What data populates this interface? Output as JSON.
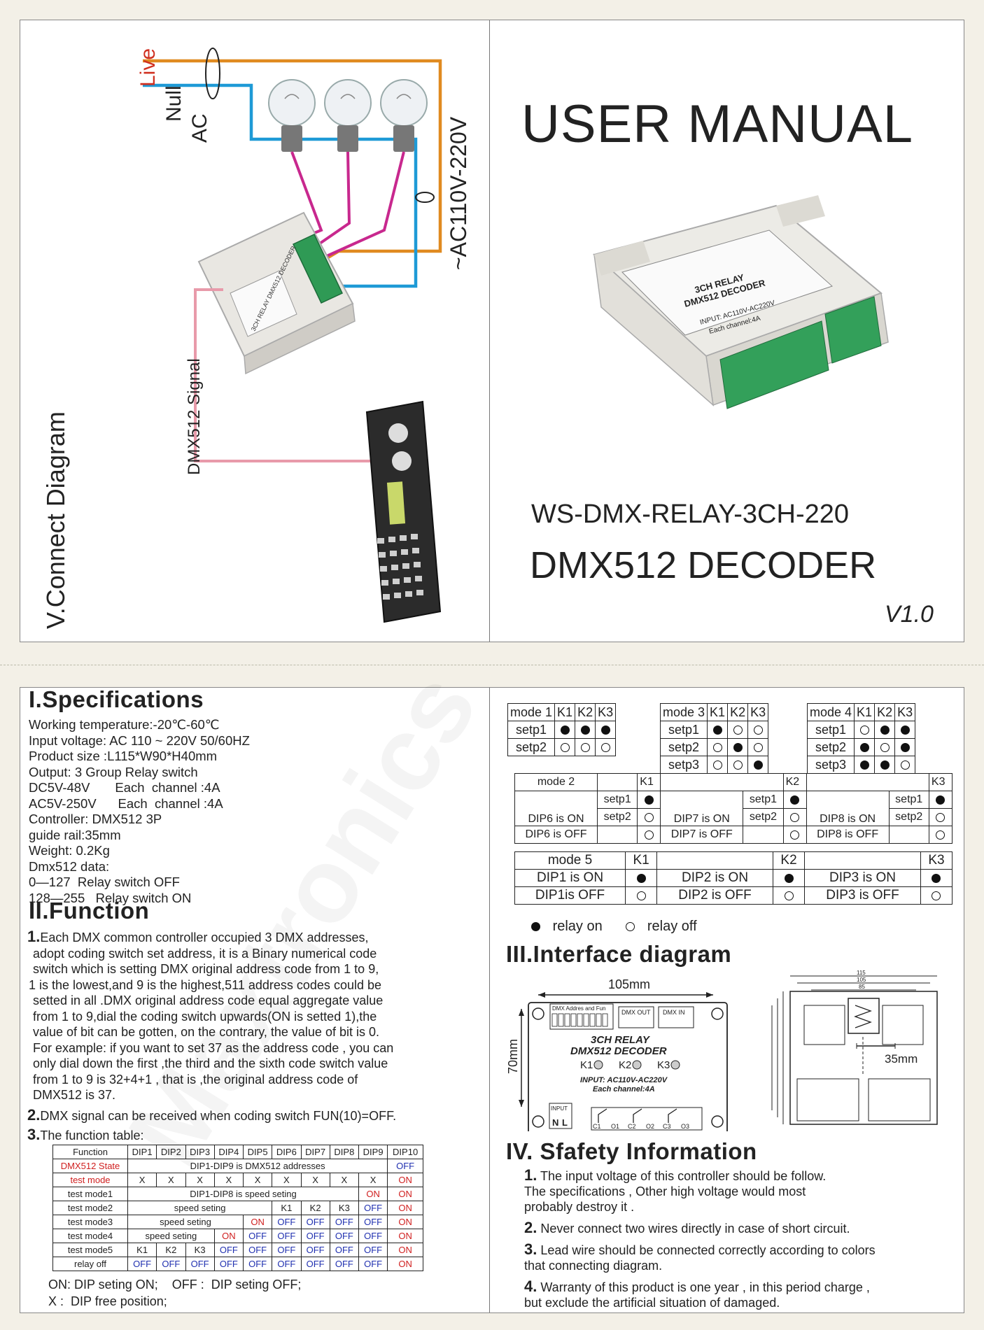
{
  "cover": {
    "title": "USER MANUAL",
    "model": "WS-DMX-RELAY-3CH-220",
    "product": "DMX512 DECODER",
    "version": "V1.0",
    "device_label": {
      "line1": "3CH RELAY",
      "line2": "DMX512 DECODER",
      "input": "INPUT: AC110V-AC220V",
      "channel": "Each channel:4A",
      "dmx_out": "DMX OUT",
      "dmx_in": "DMX IN",
      "dmx_addr": "DMX Addres and Fun",
      "input_short": "INPUT",
      "n": "N",
      "l": "L",
      "outputs": [
        "C1",
        "O1",
        "C2",
        "O2",
        "C3",
        "O3"
      ]
    }
  },
  "connect": {
    "title": "V.Connect Diagram",
    "live": "Live",
    "null": "Null",
    "ac": "AC",
    "voltage": "~AC110V-220V",
    "signal": "DMX512 Signal"
  },
  "watermark": "Maxtronics",
  "specs": {
    "title": "I.Specifications",
    "lines": [
      "Working temperature:-20℃-60℃",
      "Input voltage:  AC 110 ~ 220V  50/60HZ",
      "Product size :L115*W90*H40mm",
      "Output: 3 Group Relay switch",
      "DC5V-48V       Each  channel :4A",
      "AC5V-250V      Each  channel :4A",
      "Controller: DMX512  3P",
      "guide rail:35mm",
      "Weight: 0.2Kg",
      "Dmx512 data:",
      "0—127  Relay switch OFF",
      "128—255   Relay switch ON"
    ]
  },
  "function": {
    "title": "II.Function",
    "item1_num": "1.",
    "item1_lines": [
      "Each DMX common controller occupied 3 DMX addresses,",
      "adopt coding switch set address, it is a Binary numerical code",
      "switch which is setting DMX original address code from 1 to 9,",
      "1 is the lowest,and 9 is the highest,511 address codes  could be",
      "setted  in all .DMX original address code equal aggregate value",
      "from 1 to 9,dial the coding switch upwards(ON is setted 1),the",
      "value of bit can be  gotten, on the contrary, the value of bit is 0.",
      "For example: if you want to set 37 as the address code , you can",
      "only dial down the first ,the third and the  sixth code switch value",
      "from 1 to 9 is 32+4+1 , that is ,the original address  code of",
      "DMX512 is 37."
    ],
    "item2_num": "2.",
    "item2": "DMX signal can be received when coding switch FUN(10)=OFF.",
    "item3_num": "3.",
    "item3": "The function table:",
    "table": {
      "header": [
        "Function",
        "DIP1",
        "DIP2",
        "DIP3",
        "DIP4",
        "DIP5",
        "DIP6",
        "DIP7",
        "DIP8",
        "DIP9",
        "DIP10"
      ],
      "dmx_state": "DMX512 State",
      "dmx_span": "DIP1-DIP9 is DMX512 addresses",
      "test_mode": "test mode",
      "x": "X",
      "on": "ON",
      "off": "OFF",
      "tm1": "test mode1",
      "tm1_span": "DIP1-DIP8 is speed seting",
      "tm2": "test mode2",
      "speed": "speed seting",
      "tm3": "test mode3",
      "tm4": "test mode4",
      "tm5": "test mode5",
      "relay_off": "relay off",
      "k1": "K1",
      "k2": "K2",
      "k3": "K3"
    },
    "note1": "ON: DIP seting ON;    OFF :  DIP seting OFF;",
    "note2": "X :  DIP free position;"
  },
  "modes": {
    "mode1": "mode 1",
    "mode3": "mode 3",
    "mode4": "mode 4",
    "mode2": "mode 2",
    "mode5": "mode 5",
    "setp1": "setp1",
    "setp2": "setp2",
    "setp3": "setp3",
    "k1": "K1",
    "k2": "K2",
    "k3": "K3",
    "dip6_on": "DIP6 is ON",
    "dip6_off": "DIP6 is OFF",
    "dip7_on": "DIP7 is ON",
    "dip7_off": "DIP7 is OFF",
    "dip8_on": "DIP8 is ON",
    "dip8_off": "DIP8 is OFF",
    "dip1_on": "DIP1 is ON",
    "dip1_off": "DIP1is OFF",
    "dip2_on": "DIP2 is ON",
    "dip2_off": "DIP2 is OFF",
    "dip3_on": "DIP3 is ON",
    "dip3_off": "DIP3 is OFF",
    "legend_on": "relay on",
    "legend_off": "relay off"
  },
  "interface": {
    "title": "III.Interface diagram",
    "width": "105mm",
    "height": "70mm",
    "rail": "35mm",
    "d115": "115",
    "d105": "105",
    "d85": "85",
    "k1": "K1",
    "k2": "K2",
    "k3": "K3"
  },
  "safety": {
    "title": "IV. Sfafety Information",
    "items": [
      {
        "num": "1.",
        "lines": [
          " The input voltage of this controller should be follow.",
          "The specifications , Other high voltage would most",
          "probably destroy it ."
        ]
      },
      {
        "num": "2.",
        "lines": [
          " Never connect two wires directly in case of short circuit."
        ]
      },
      {
        "num": "3.",
        "lines": [
          " Lead wire should be connected correctly according to colors",
          "that connecting diagram."
        ]
      },
      {
        "num": "4.",
        "lines": [
          " Warranty of this product is one year , in this period charge ,",
          "but exclude the artificial situation of damaged."
        ]
      }
    ]
  }
}
